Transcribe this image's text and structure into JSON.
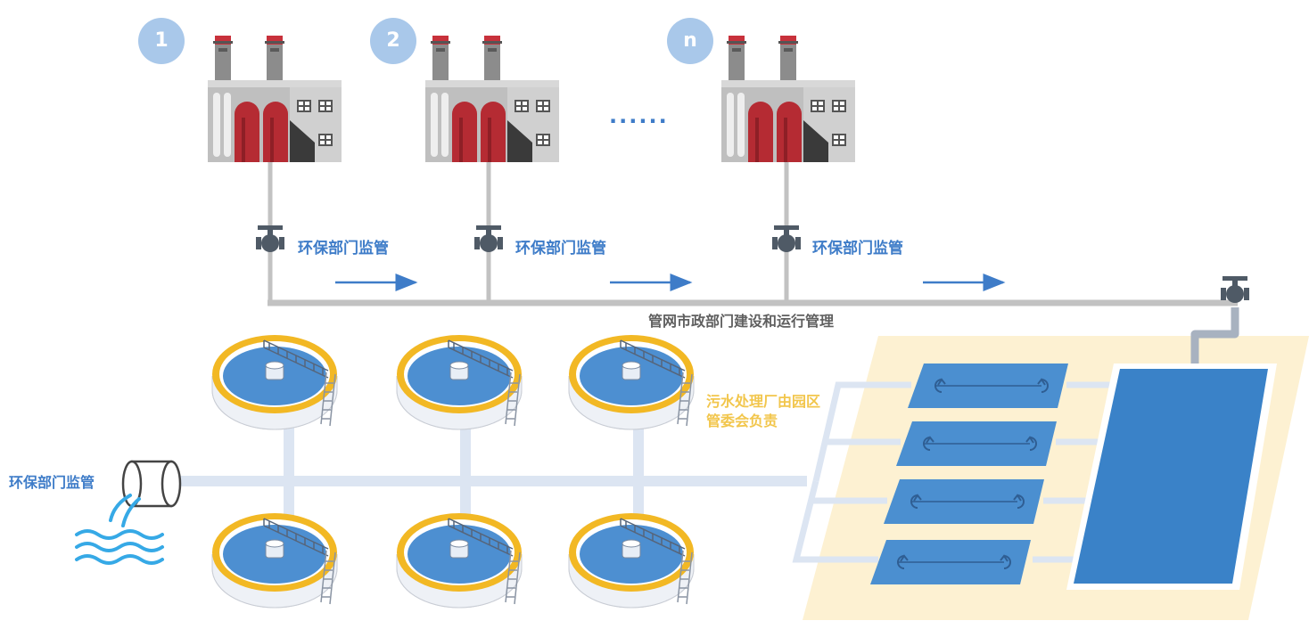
{
  "factories": [
    {
      "badge": "1",
      "valve_label": "环保部门监管"
    },
    {
      "badge": "2",
      "valve_label": "环保部门监管"
    },
    {
      "badge": "n",
      "valve_label": "环保部门监管"
    }
  ],
  "ellipsis": "......",
  "pipe_network_label": "管网市政部门建设和运行管理",
  "plant_label": "污水处理厂由园区管委会负责",
  "outfall_label": "环保部门监管",
  "colors": {
    "badge": "#a9c8ea",
    "label_blue": "#3e7cc8",
    "label_yellow": "#f2c64c",
    "pipe_gray": "#c2c2c2",
    "water_pipe": "#dce5f2",
    "tank_rim": "#f2b824",
    "tank_water": "#4d8fd1",
    "plant_ground": "#fdf1d2",
    "basin": "#3a82c8",
    "factory_red": "#b52b33"
  }
}
